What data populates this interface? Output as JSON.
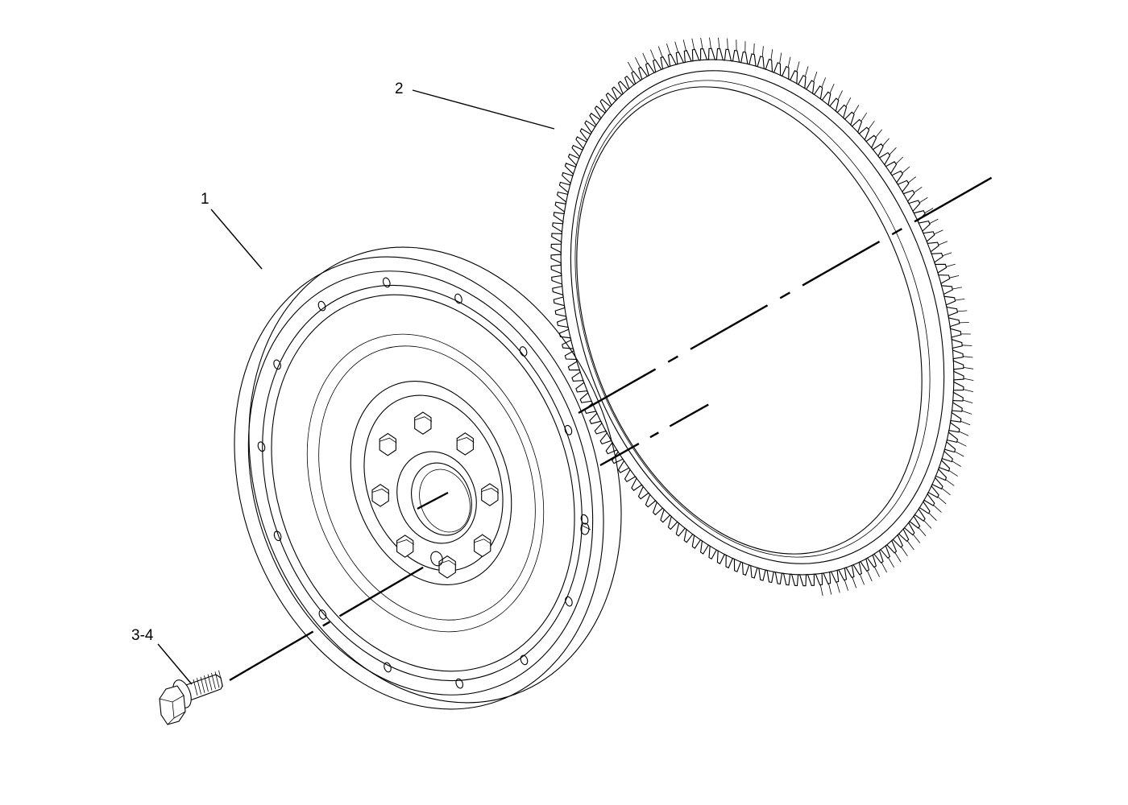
{
  "callouts": {
    "flywheel": "1",
    "ring_gear": "2",
    "bolt": "3-4"
  }
}
